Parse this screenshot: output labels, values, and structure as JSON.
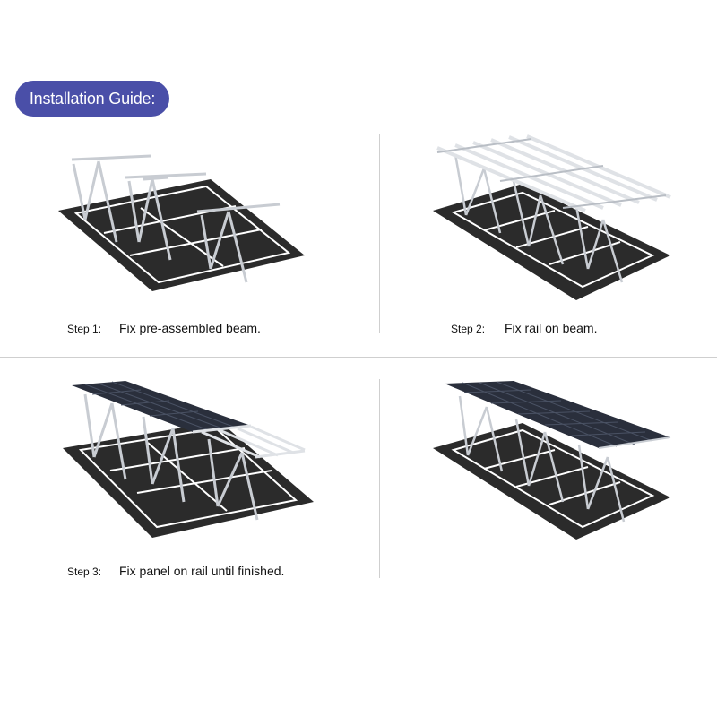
{
  "header": {
    "title": "Installation Guide:"
  },
  "steps": [
    {
      "number": "Step 1:",
      "text": "Fix pre-assembled beam."
    },
    {
      "number": "Step 2:",
      "text": "Fix rail on beam."
    },
    {
      "number": "Step 3:",
      "text": "Fix panel on rail until finished."
    },
    {
      "number": "",
      "text": ""
    }
  ],
  "colors": {
    "header_bg": "#4a4fa8",
    "ground": "#2b2b2b",
    "frame": "#cfd3d8",
    "panel": "#2a2f3c"
  }
}
